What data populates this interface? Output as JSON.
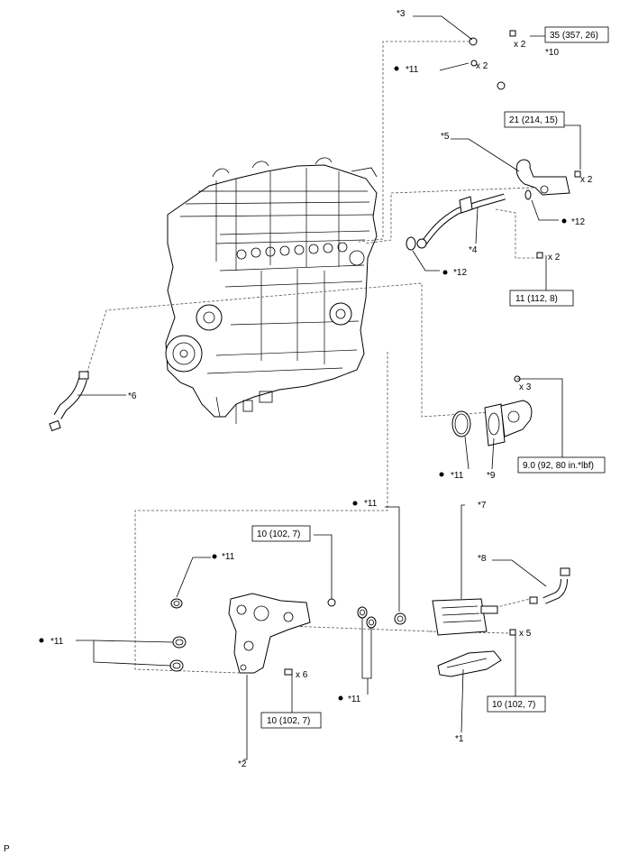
{
  "labels": {
    "p1": "*1",
    "p2": "*2",
    "p3": "*3",
    "p4": "*4",
    "p5": "*5",
    "p6": "*6",
    "p7": "*7",
    "p8": "*8",
    "p9": "*9",
    "p10": "*10",
    "p11_a": "*11",
    "p11_b": "*11",
    "p11_c": "*11",
    "p11_d": "*11",
    "p11_e": "*11",
    "p11_f": "*11",
    "p12_a": "*12",
    "p12_b": "*12"
  },
  "torque": {
    "t35": "35 (357, 26)",
    "t21": "21 (214, 15)",
    "t11": "11 (112, 8)",
    "t9": "9.0 (92, 80 in.*lbf)",
    "t10_a": "10 (102, 7)",
    "t10_b": "10 (102, 7)",
    "t10_c": "10 (102, 7)"
  },
  "qty": {
    "x2_a": "x 2",
    "x2_b": "x 2",
    "x2_c": "x 2",
    "x2_d": "x 2",
    "x3": "x 3",
    "x5": "x 5",
    "x6": "x 6"
  },
  "corner": "P"
}
